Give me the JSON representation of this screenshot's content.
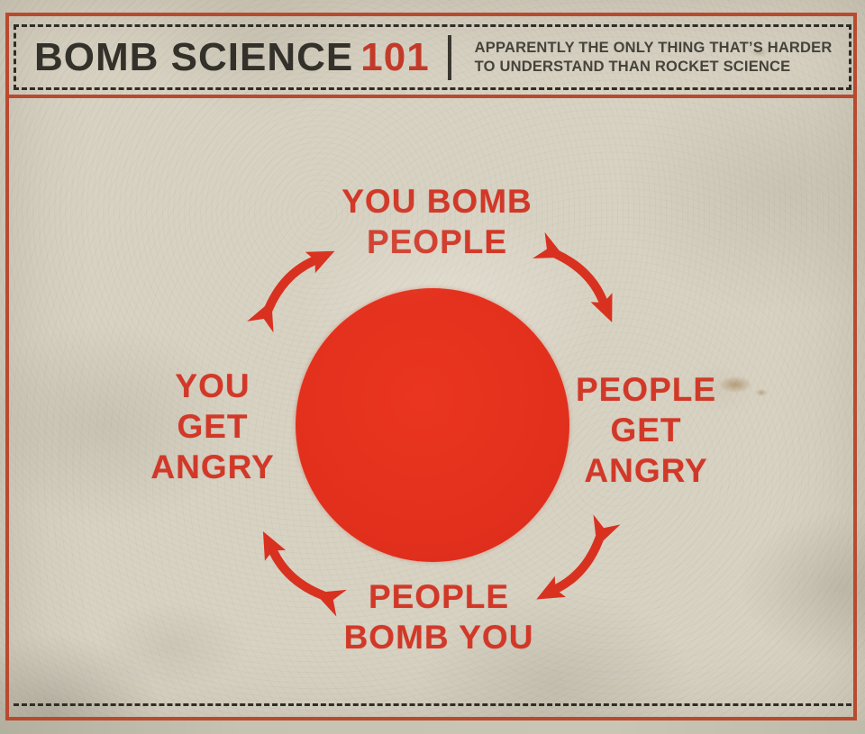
{
  "header": {
    "title": "BOMB SCIENCE",
    "number": "101",
    "subtitle_lines": [
      "APPARENTLY THE ONLY THING THAT’S HARDER",
      "TO UNDERSTAND THAN ROCKET SCIENCE"
    ]
  },
  "diagram": {
    "type": "cycle",
    "direction": "clockwise",
    "center_shape": "red-circle",
    "nodes": {
      "top": {
        "lines": [
          "YOU BOMB",
          "PEOPLE"
        ]
      },
      "right": {
        "lines": [
          "PEOPLE",
          "GET",
          "ANGRY"
        ]
      },
      "bottom": {
        "lines": [
          "PEOPLE",
          "BOMB YOU"
        ]
      },
      "left": {
        "lines": [
          "YOU",
          "GET",
          "ANGRY"
        ]
      }
    },
    "sequence": [
      "YOU BOMB PEOPLE",
      "PEOPLE GET ANGRY",
      "PEOPLE BOMB YOU",
      "YOU GET ANGRY"
    ]
  },
  "colors": {
    "paper": "#d8d2c3",
    "circle_red": "#e2301d",
    "label_red": "#d23828",
    "arrow_red": "#d93120",
    "frame_red": "#b84a30",
    "number_red": "#c43a29",
    "ink": "#33312a"
  }
}
